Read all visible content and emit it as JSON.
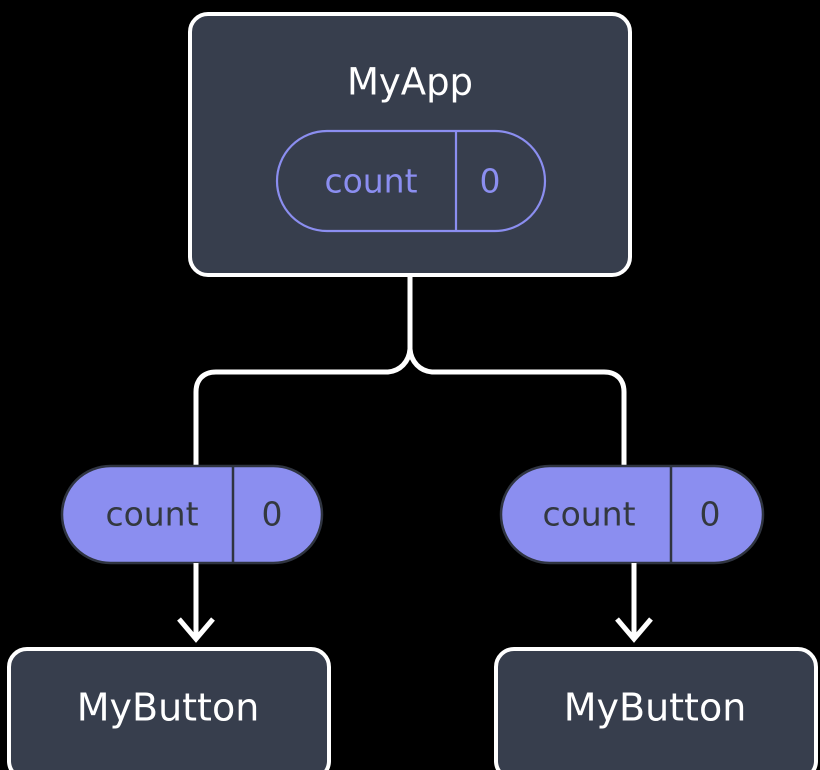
{
  "diagram": {
    "type": "component-state-tree",
    "background_color": "#000000",
    "palette": {
      "node_fill": "#373e4d",
      "node_border": "#ffffff",
      "node_text": "#ffffff",
      "state_accent": "#8b8ef0",
      "state_filled_text": "#33383f",
      "connector": "#ffffff"
    },
    "root": {
      "title": "MyApp",
      "state": {
        "key_label": "count",
        "value_label": "0",
        "style": "outlined"
      }
    },
    "children": [
      {
        "state": {
          "key_label": "count",
          "value_label": "0",
          "style": "filled"
        },
        "title": "MyButton"
      },
      {
        "state": {
          "key_label": "count",
          "value_label": "0",
          "style": "filled"
        },
        "title": "MyButton"
      }
    ]
  }
}
